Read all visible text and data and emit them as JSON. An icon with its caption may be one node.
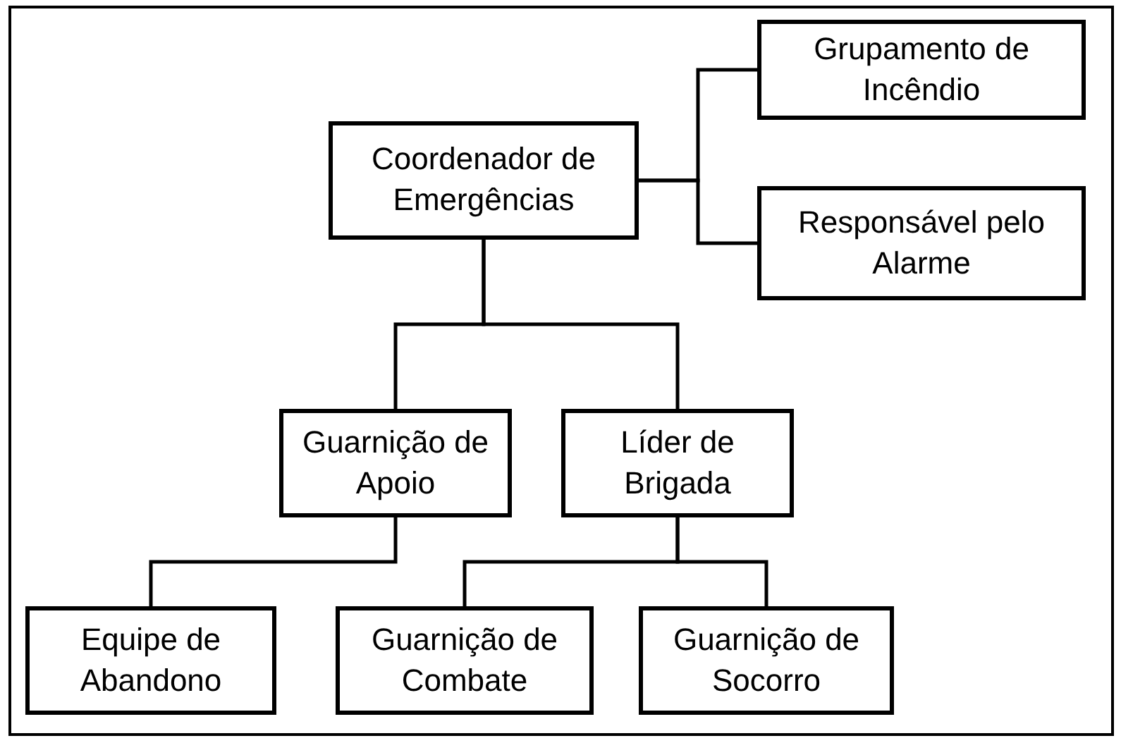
{
  "diagram": {
    "nodes": [
      {
        "text": [
          "Coordenador de Emergências"
        ]
      },
      {
        "text": [
          "Grupamento de Incêndio"
        ]
      },
      {
        "text": [
          "Responsável pelo Alarme"
        ]
      },
      {
        "text": [
          "Guarnição de Apoio"
        ]
      },
      {
        "text": [
          "Líder de Brigada"
        ]
      },
      {
        "text": [
          "Equipe de Abandono"
        ]
      },
      {
        "text": [
          "Guarnição de Combate"
        ]
      },
      {
        "text": [
          "Guarnição de Socorro"
        ]
      }
    ],
    "edges": [
      {
        "from": 0,
        "to": 1,
        "arrow": "none"
      },
      {
        "from": 0,
        "to": 2,
        "arrow": "none"
      },
      {
        "from": 0,
        "to": 3,
        "arrow": "none"
      },
      {
        "from": 0,
        "to": 4,
        "arrow": "none"
      },
      {
        "from": 3,
        "to": 5,
        "arrow": "none"
      },
      {
        "from": 4,
        "to": 6,
        "arrow": "none"
      },
      {
        "from": 4,
        "to": 7,
        "arrow": "none"
      }
    ]
  }
}
